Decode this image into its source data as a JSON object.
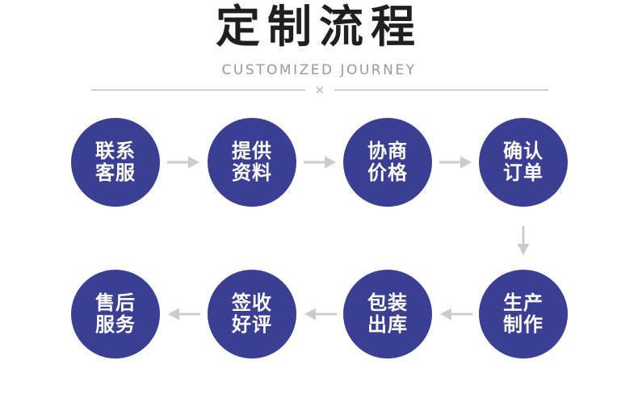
{
  "header": {
    "title": "定制流程",
    "subtitle": "CUSTOMIZED JOURNEY",
    "divider_symbol": "×"
  },
  "colors": {
    "circle": "#3A3F94",
    "arrow": "#CCCCCC",
    "title": "#1F1F1F",
    "subtitle": "#999999",
    "divider": "#ABABAB",
    "circle_text": "#FFFFFF"
  },
  "icons": {
    "arrow_right": "→",
    "arrow_left": "←",
    "arrow_down": "↓",
    "divider_x": "×"
  },
  "flow": {
    "row1": [
      {
        "line1": "联系",
        "line2": "客服"
      },
      {
        "line1": "提供",
        "line2": "资料"
      },
      {
        "line1": "协商",
        "line2": "价格"
      },
      {
        "line1": "确认",
        "line2": "订单"
      }
    ],
    "row2": [
      {
        "line1": "售后",
        "line2": "服务"
      },
      {
        "line1": "签收",
        "line2": "好评"
      },
      {
        "line1": "包装",
        "line2": "出库"
      },
      {
        "line1": "生产",
        "line2": "制作"
      }
    ]
  }
}
